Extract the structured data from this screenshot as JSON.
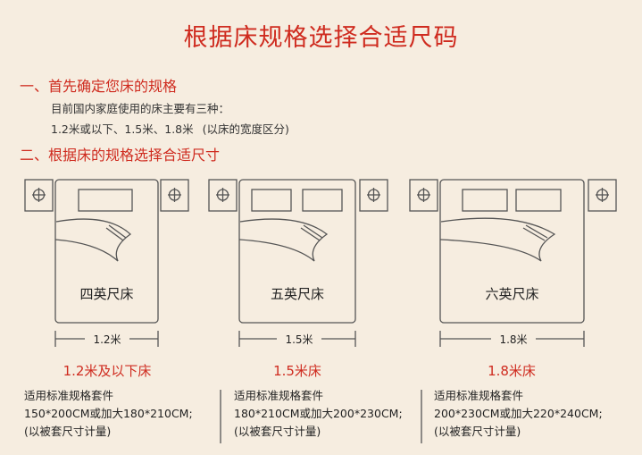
{
  "title": "根据床规格选择合适尺码",
  "section1": {
    "heading": "一、首先确定您床的规格",
    "line1": "目前国内家庭使用的床主要有三种：",
    "sizes_text": "1.2米或以下、1.5米、1.8米",
    "note": "(以床的宽度区分)"
  },
  "section2": {
    "heading": "二、根据床的规格选择合适尺寸"
  },
  "beds": [
    {
      "name": "四英尺床",
      "width": "1.2米",
      "size_title": "1.2米及以下床",
      "spec_label": "适用标准规格套件",
      "spec_size": "150*200CM或加大180*210CM;",
      "spec_note": "(以被套尺寸计量)"
    },
    {
      "name": "五英尺床",
      "width": "1.5米",
      "size_title": "1.5米床",
      "spec_label": "适用标准规格套件",
      "spec_size": "180*210CM或加大200*230CM;",
      "spec_note": "(以被套尺寸计量)"
    },
    {
      "name": "六英尺床",
      "width": "1.8米",
      "size_title": "1.8米床",
      "spec_label": "适用标准规格套件",
      "spec_size": "200*230CM或加大220*240CM;",
      "spec_note": "(以被套尺寸计量)"
    }
  ],
  "colors": {
    "accent": "#cf2b1f",
    "background": "#f6ede0",
    "line": "#555555"
  }
}
